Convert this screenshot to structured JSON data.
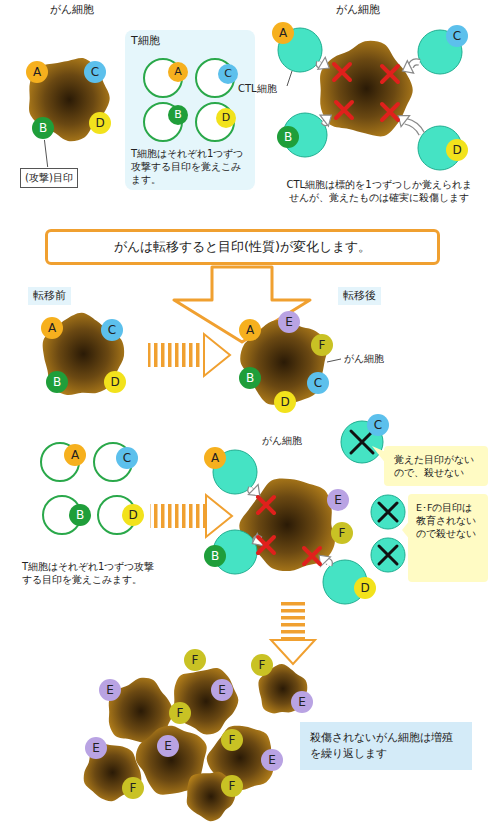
{
  "diagram": {
    "nodes": [
      {
        "text": [
          "A"
        ]
      },
      {
        "text": [
          "C"
        ]
      },
      {
        "text": [
          "B"
        ]
      },
      {
        "text": [
          "D"
        ]
      },
      {
        "text": [
          "T細胞",
          "T細胞はそれぞれ1つずつ攻撃する目印を覚えこみます。"
        ]
      },
      {
        "text": [
          "A"
        ],
        "in": 4
      },
      {
        "text": [
          "C"
        ],
        "in": 4
      },
      {
        "text": [
          "B"
        ],
        "in": 4
      },
      {
        "text": [
          "D"
        ],
        "in": 4
      },
      {
        "text": [
          "A"
        ]
      },
      {
        "text": [
          "C"
        ]
      },
      {
        "text": [
          "B"
        ]
      },
      {
        "text": [
          "D"
        ]
      },
      {
        "text": [
          "(攻撃)目印"
        ]
      },
      {
        "text": [
          "がんは転移すると目印(性質)が変化します。"
        ]
      },
      {
        "text": [
          "A"
        ]
      },
      {
        "text": [
          "C"
        ]
      },
      {
        "text": [
          "B"
        ]
      },
      {
        "text": [
          "D"
        ]
      },
      {
        "text": [
          "E"
        ]
      },
      {
        "text": [
          "A"
        ]
      },
      {
        "text": [
          "F"
        ]
      },
      {
        "text": [
          "B"
        ]
      },
      {
        "text": [
          "C"
        ]
      },
      {
        "text": [
          "D"
        ]
      },
      {
        "text": [
          "A"
        ]
      },
      {
        "text": [
          "C"
        ]
      },
      {
        "text": [
          "B"
        ]
      },
      {
        "text": [
          "D"
        ]
      },
      {
        "text": [
          "A"
        ]
      },
      {
        "text": [
          "C"
        ]
      },
      {
        "text": [
          "E"
        ]
      },
      {
        "text": [
          "F"
        ]
      },
      {
        "text": [
          "B"
        ]
      },
      {
        "text": [
          "D"
        ]
      },
      {
        "text": [
          "覚えた目印がないので、殺せない"
        ]
      },
      {
        "text": [
          "E･Fの目印は教育されないので殺せない"
        ]
      },
      {
        "text": [
          "F"
        ]
      },
      {
        "text": [
          "F"
        ]
      },
      {
        "text": [
          "E"
        ]
      },
      {
        "text": [
          "E"
        ]
      },
      {
        "text": [
          "E"
        ]
      },
      {
        "text": [
          "F"
        ]
      },
      {
        "text": [
          "F"
        ]
      },
      {
        "text": [
          "E"
        ]
      },
      {
        "text": [
          "E"
        ]
      },
      {
        "text": [
          "E"
        ]
      },
      {
        "text": [
          "F"
        ]
      },
      {
        "text": [
          "F"
        ]
      },
      {
        "text": [
          "殺傷されないがん細胞は増殖を繰り返します"
        ]
      }
    ],
    "edges": [
      {
        "from": 13,
        "to": 2,
        "arrow": "none"
      }
    ],
    "labels": [
      "がん細胞",
      "がん細胞",
      "CTL細胞",
      "CTL細胞は標的を1つずつしか覚えられませんが、覚えたものは確実に殺傷します",
      "転移前",
      "転移後",
      "がん細胞",
      "T細胞はそれぞれ1つずつ攻撃する目印を覚えこみます。",
      "がん細胞"
    ]
  }
}
